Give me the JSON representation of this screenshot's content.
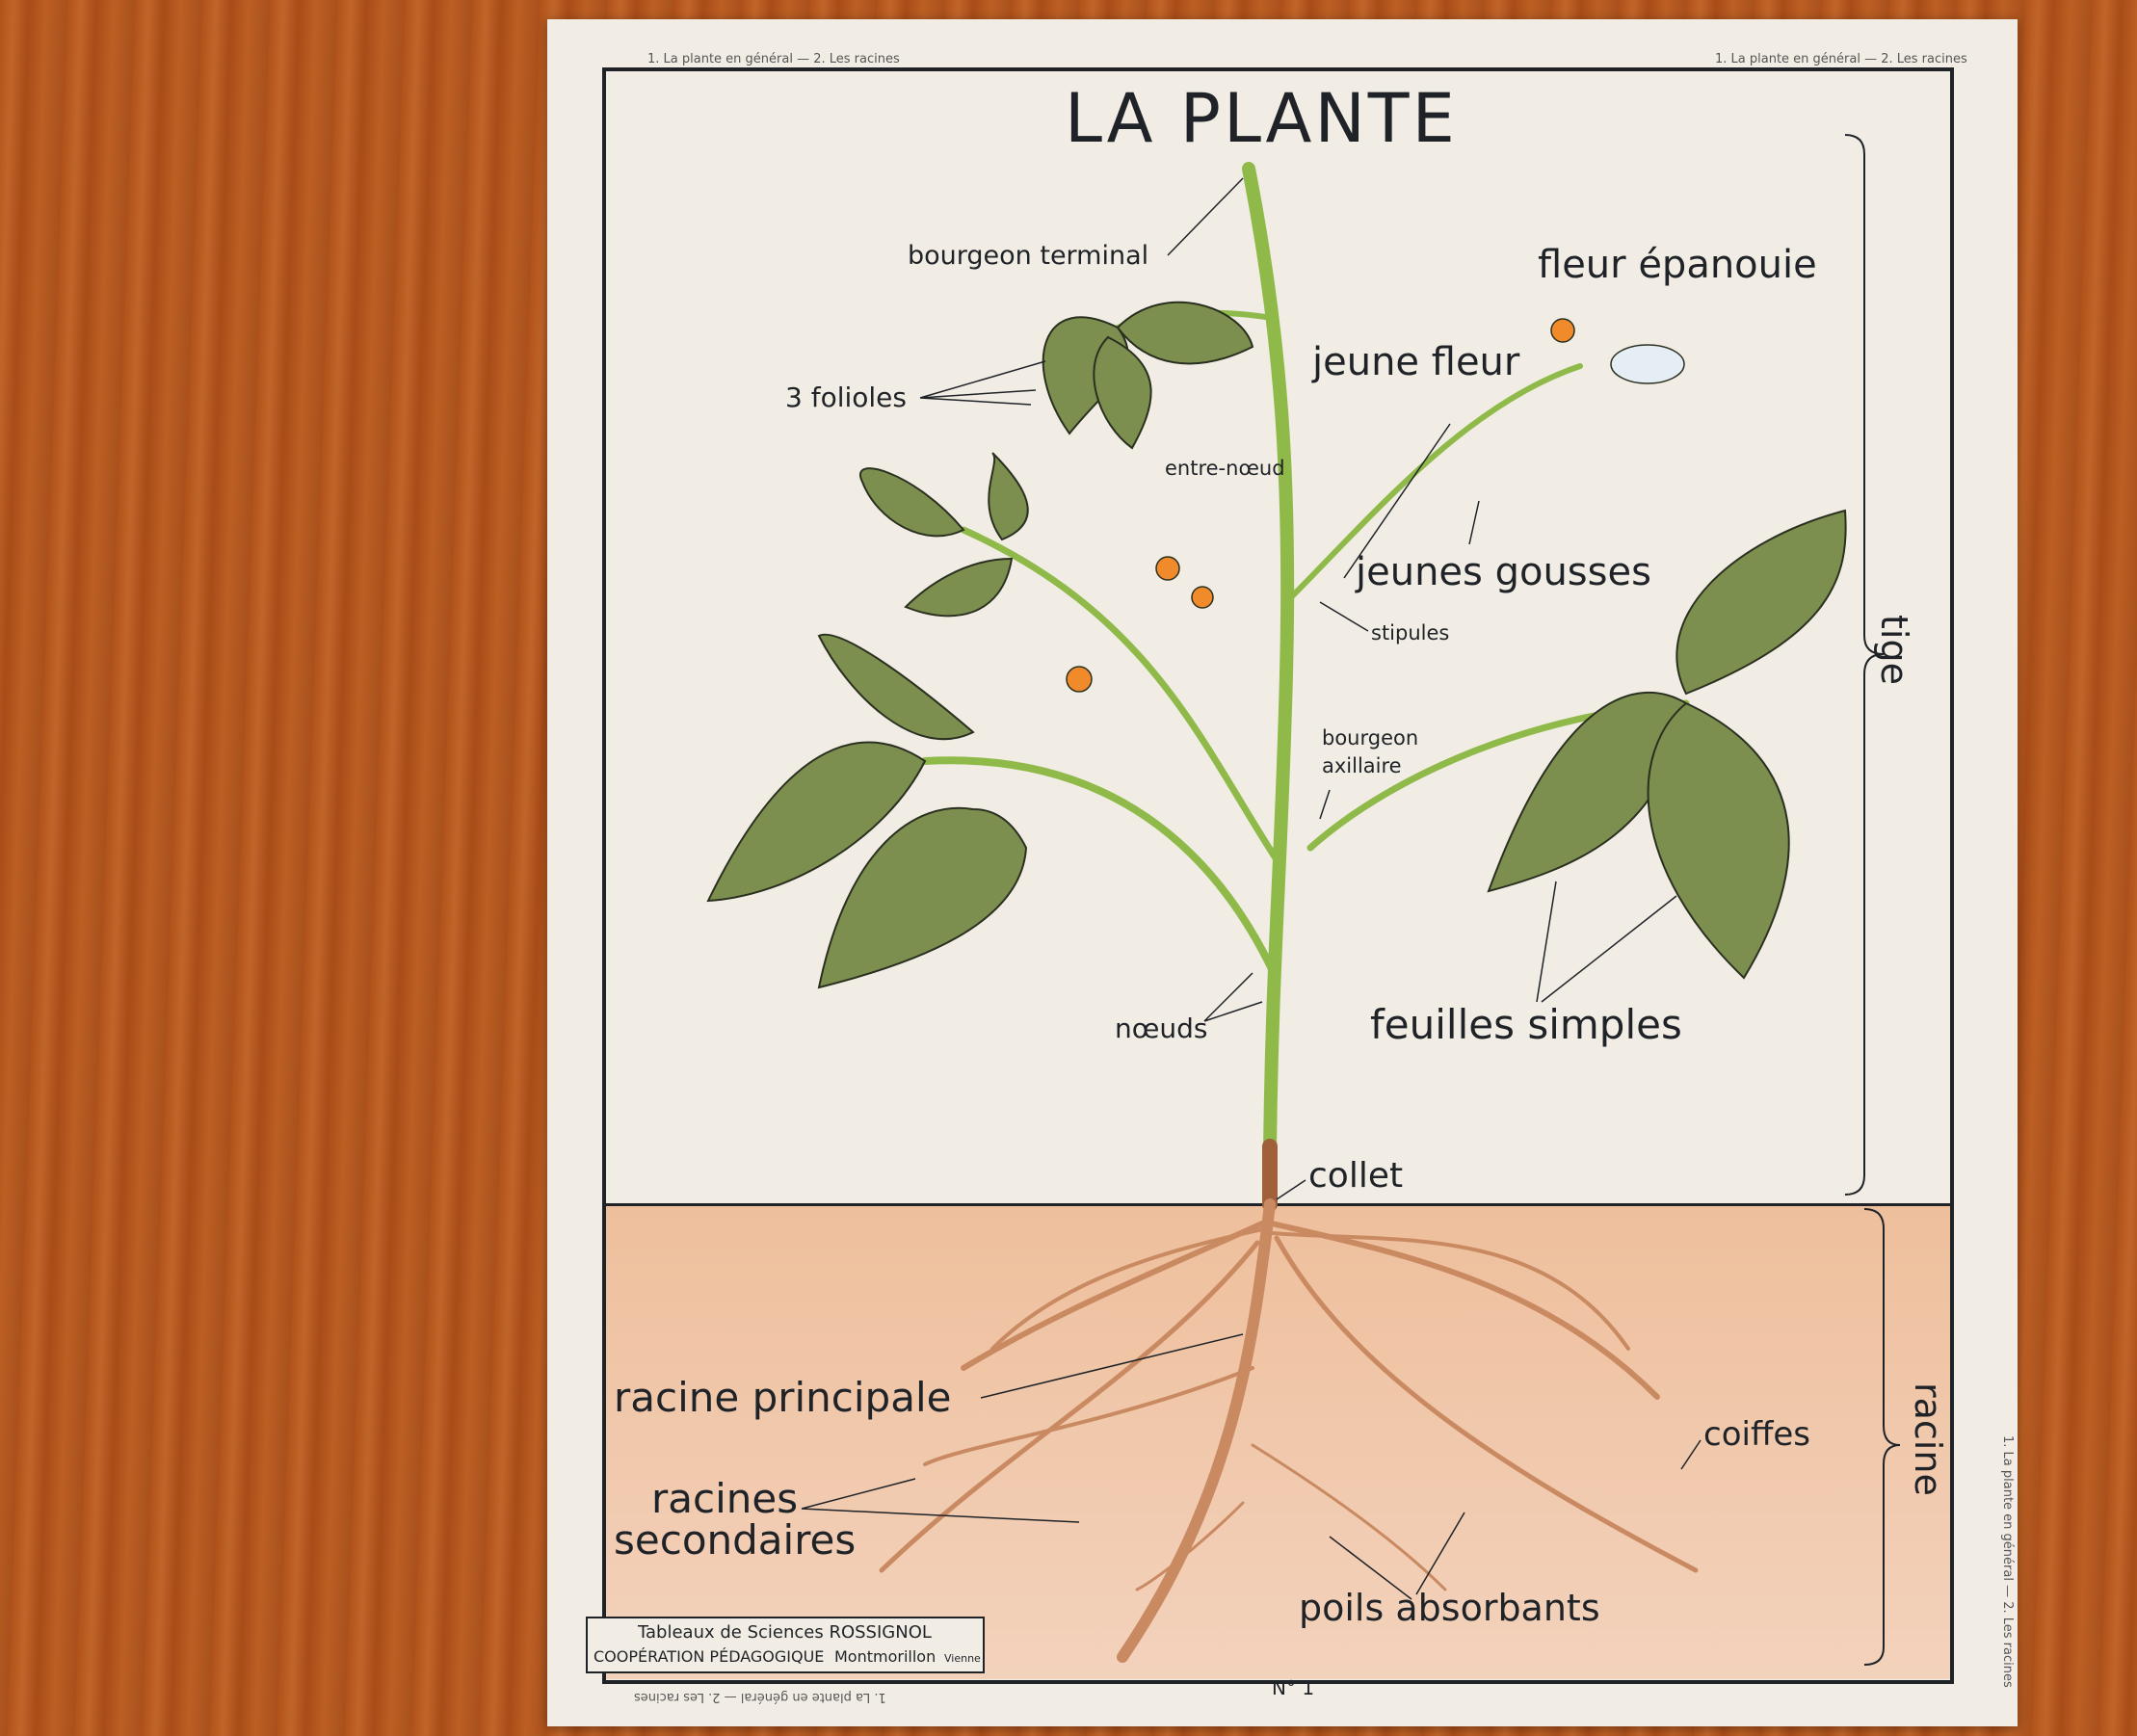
{
  "poster": {
    "title": "LA PLANTE",
    "header_note": "1. La plante en général — 2. Les racines",
    "number": "N° 1",
    "labels": {
      "bourgeon_terminal": "bourgeon terminal",
      "fleur_epanouie": "fleur épanouie",
      "jeune_fleur": "jeune fleur",
      "folioles": "3 folioles",
      "entre_noeud": "entre-nœud",
      "jeunes_gousses": "jeunes gousses",
      "stipules": "stipules",
      "bourgeon_axillaire_1": "bourgeon",
      "bourgeon_axillaire_2": "axillaire",
      "noeuds": "nœuds",
      "feuilles_simples": "feuilles simples",
      "collet": "collet",
      "tige": "tige",
      "racine": "racine",
      "racine_principale": "racine principale",
      "racines_secondaires_1": "racines",
      "racines_secondaires_2": "secondaires",
      "coiffes": "coiffes",
      "poils_absorbants": "poils absorbants"
    },
    "credit": {
      "line1": "Tableaux de Sciences ROSSIGNOL",
      "line2": "COOPÉRATION PÉDAGOGIQUE",
      "city": "Montmorillon",
      "region": "Vienne"
    },
    "colors": {
      "stem": "#8fba4a",
      "leaf": "#7d8f4f",
      "flower": "#f08a2a",
      "root": "#c98a62",
      "soil": "#eebf9c"
    }
  }
}
